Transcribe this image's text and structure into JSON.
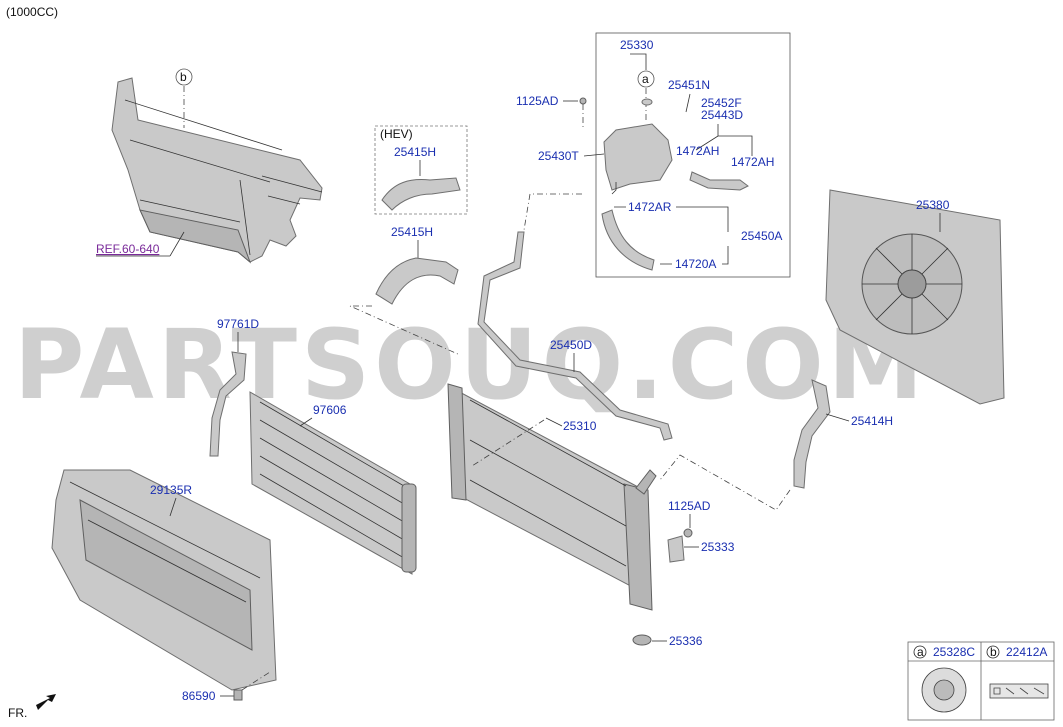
{
  "header": {
    "engine": "(1000CC)"
  },
  "footer": {
    "front_label": "FR."
  },
  "watermark": "PARTSOUQ.COM",
  "callouts": {
    "b_top": "b",
    "a_reservoir": "a"
  },
  "ref": "REF.60-640",
  "hev_label": "(HEV)",
  "parts": {
    "p25330": "25330",
    "p25451N": "25451N",
    "p1125AD_top": "1125AD",
    "p25452F": "25452F",
    "p25443D": "25443D",
    "p25430T": "25430T",
    "p1472AH_a": "1472AH",
    "p1472AH_b": "1472AH",
    "p1472AR": "1472AR",
    "p25450A": "25450A",
    "p14720A": "14720A",
    "p25415H_hev": "25415H",
    "p25415H": "25415H",
    "p25380": "25380",
    "p97761D": "97761D",
    "p25450D": "25450D",
    "p97606": "97606",
    "p25310": "25310",
    "p25414H": "25414H",
    "p29135R": "29135R",
    "p1125AD_bot": "1125AD",
    "p25333": "25333",
    "p25336": "25336",
    "p86590": "86590"
  },
  "legend": {
    "a_letter": "a",
    "a_part": "25328C",
    "b_letter": "b",
    "b_part": "22412A"
  }
}
